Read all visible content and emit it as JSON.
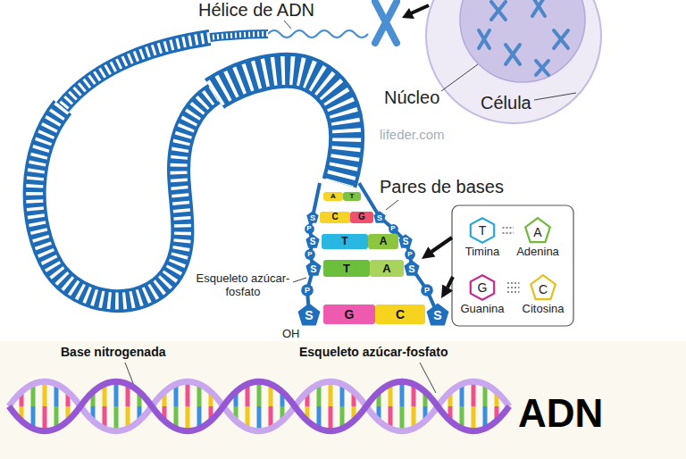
{
  "diagram": {
    "nodes": [
      {
        "text": [
          "A"
        ]
      },
      {
        "text": [
          "T"
        ]
      },
      {
        "text": [
          "S"
        ]
      },
      {
        "text": [
          "C"
        ]
      },
      {
        "text": [
          "G"
        ]
      },
      {
        "text": [
          "S"
        ]
      },
      {
        "text": [
          "P"
        ]
      },
      {
        "text": [
          "P"
        ]
      },
      {
        "text": [
          "S"
        ]
      },
      {
        "text": [
          "T"
        ]
      },
      {
        "text": [
          "A"
        ]
      },
      {
        "text": [
          "S"
        ]
      },
      {
        "text": [
          "P"
        ]
      },
      {
        "text": [
          "P"
        ]
      },
      {
        "text": [
          "S"
        ]
      },
      {
        "text": [
          "T"
        ]
      },
      {
        "text": [
          "A"
        ]
      },
      {
        "text": [
          "S"
        ]
      },
      {
        "text": [
          "P"
        ]
      },
      {
        "text": [
          "P"
        ]
      },
      {
        "text": [
          "S"
        ]
      },
      {
        "text": [
          "G"
        ]
      },
      {
        "text": [
          "C"
        ]
      },
      {
        "text": [
          "S"
        ]
      },
      {
        "text": [
          "T",
          "Timina"
        ]
      },
      {
        "text": [
          "A",
          "Adenina"
        ]
      },
      {
        "text": [
          "G",
          "Guanina"
        ]
      },
      {
        "text": [
          "C",
          "Citosina"
        ]
      }
    ],
    "edges": [
      {
        "from": 24,
        "to": 25,
        "arrow": "none"
      },
      {
        "from": 26,
        "to": 27,
        "arrow": "none"
      }
    ],
    "labels": [
      "Hélice de ADN",
      "Núcleo",
      "Célula",
      "lifeder.com",
      "Pares de bases",
      "Esqueleto azúcar-fosfato",
      "OH",
      "Base nitrogenada",
      "Esqueleto azúcar-fosfato",
      "ADN"
    ]
  }
}
